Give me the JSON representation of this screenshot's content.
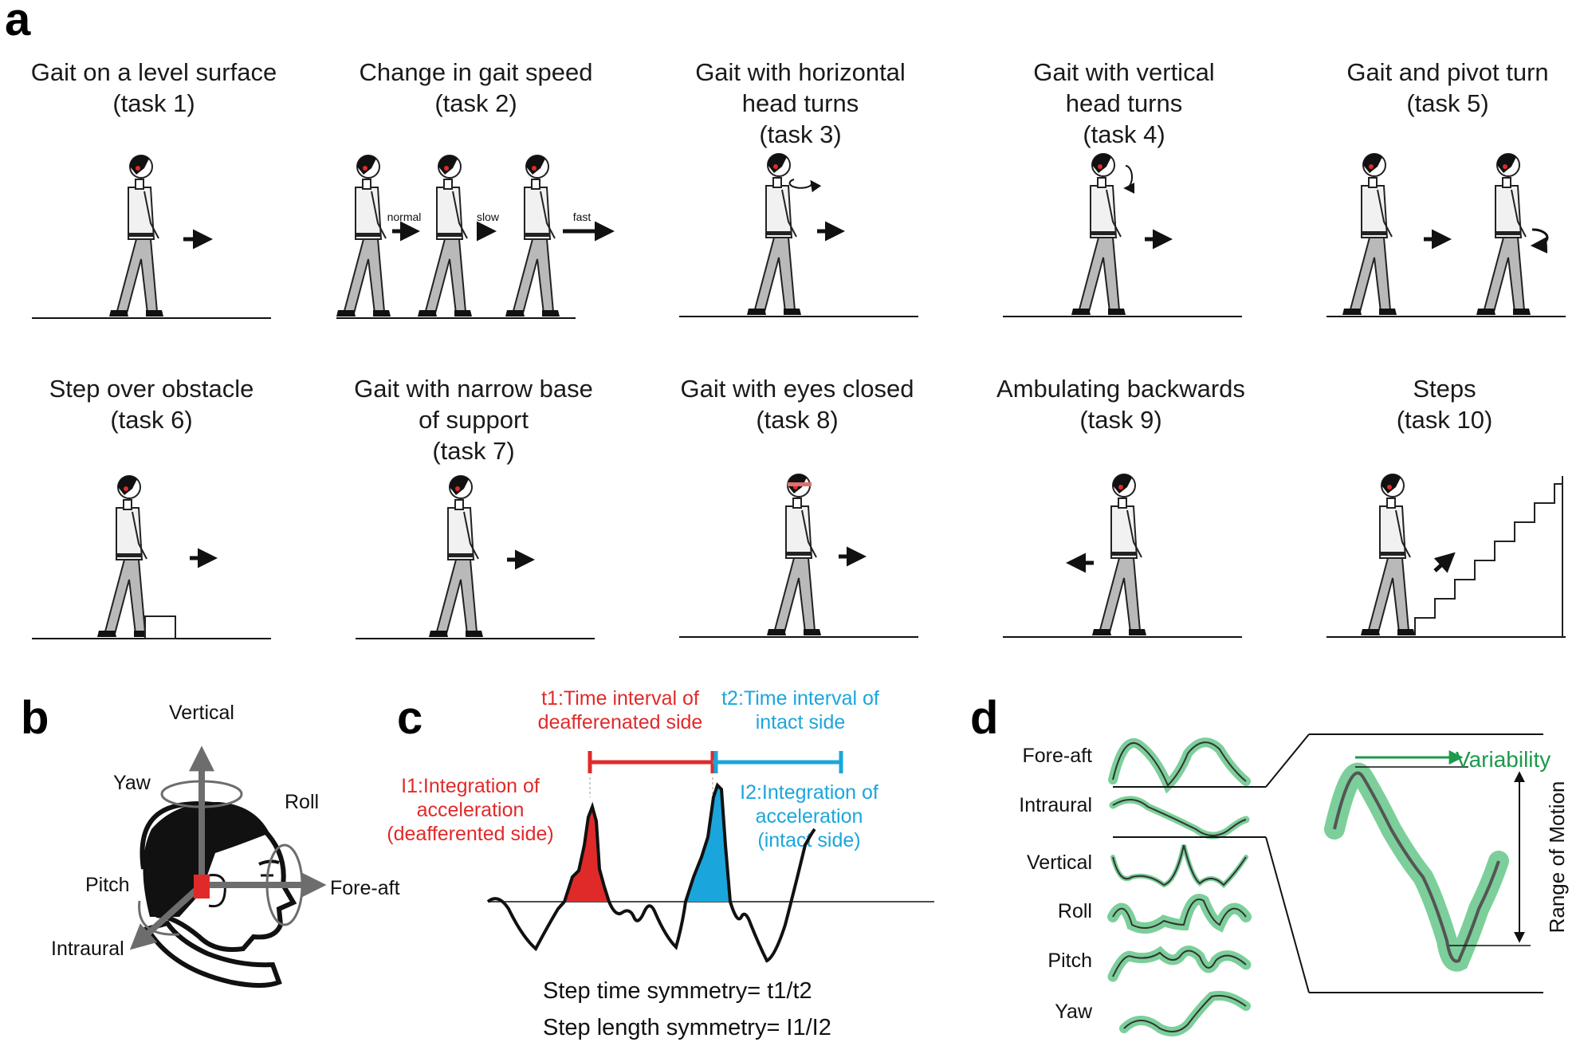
{
  "panel_letters": [
    "a",
    "b",
    "c",
    "d"
  ],
  "panel_a": {
    "tasks": [
      {
        "lines": [
          "Gait on a level surface",
          "(task 1)"
        ]
      },
      {
        "lines": [
          "Change in gait speed",
          "(task 2)"
        ]
      },
      {
        "lines": [
          "Gait with horizontal",
          "head turns",
          "(task 3)"
        ]
      },
      {
        "lines": [
          "Gait with vertical",
          "head turns",
          "(task 4)"
        ]
      },
      {
        "lines": [
          "Gait and pivot turn",
          "(task 5)"
        ]
      },
      {
        "lines": [
          "Step over obstacle",
          "(task 6)"
        ]
      },
      {
        "lines": [
          "Gait with narrow base",
          "of support",
          "(task 7)"
        ]
      },
      {
        "lines": [
          "Gait with eyes closed",
          "(task 8)"
        ]
      },
      {
        "lines": [
          "Ambulating backwards",
          "(task 9)"
        ]
      },
      {
        "lines": [
          "Steps",
          "(task 10)"
        ]
      }
    ],
    "speed_labels": [
      "normal",
      "slow",
      "fast"
    ]
  },
  "panel_b": {
    "axes": {
      "vertical": "Vertical",
      "yaw": "Yaw",
      "roll": "Roll",
      "fore_aft": "Fore-aft",
      "pitch": "Pitch",
      "intraural": "Intraural"
    },
    "colors": {
      "sensor": "#e02a2a",
      "axis": "#6d6d6d"
    }
  },
  "panel_c": {
    "t1_label": [
      "t1:Time interval of",
      "deafferenated side"
    ],
    "t2_label": [
      "t2:Time interval of",
      "intact side"
    ],
    "i1_label": [
      "I1:Integration of",
      "acceleration",
      "(deafferented side)"
    ],
    "i2_label": [
      "I2:Integration of",
      "acceleration",
      "(intact side)"
    ],
    "formula_time": "Step time symmetry= t1/t2",
    "formula_length": "Step length symmetry= I1/I2",
    "colors": {
      "deafferented": "#e02a2a",
      "intact": "#1aa6dc"
    }
  },
  "panel_d": {
    "signals": [
      "Fore-aft",
      "Intraural",
      "Vertical",
      "Roll",
      "Pitch",
      "Yaw"
    ],
    "variability_label": "Variability",
    "range_label": "Range of Motion",
    "colors": {
      "band": "#7ccf9a",
      "line": "#555555",
      "variability_arrow": "#1d9a4b"
    }
  }
}
